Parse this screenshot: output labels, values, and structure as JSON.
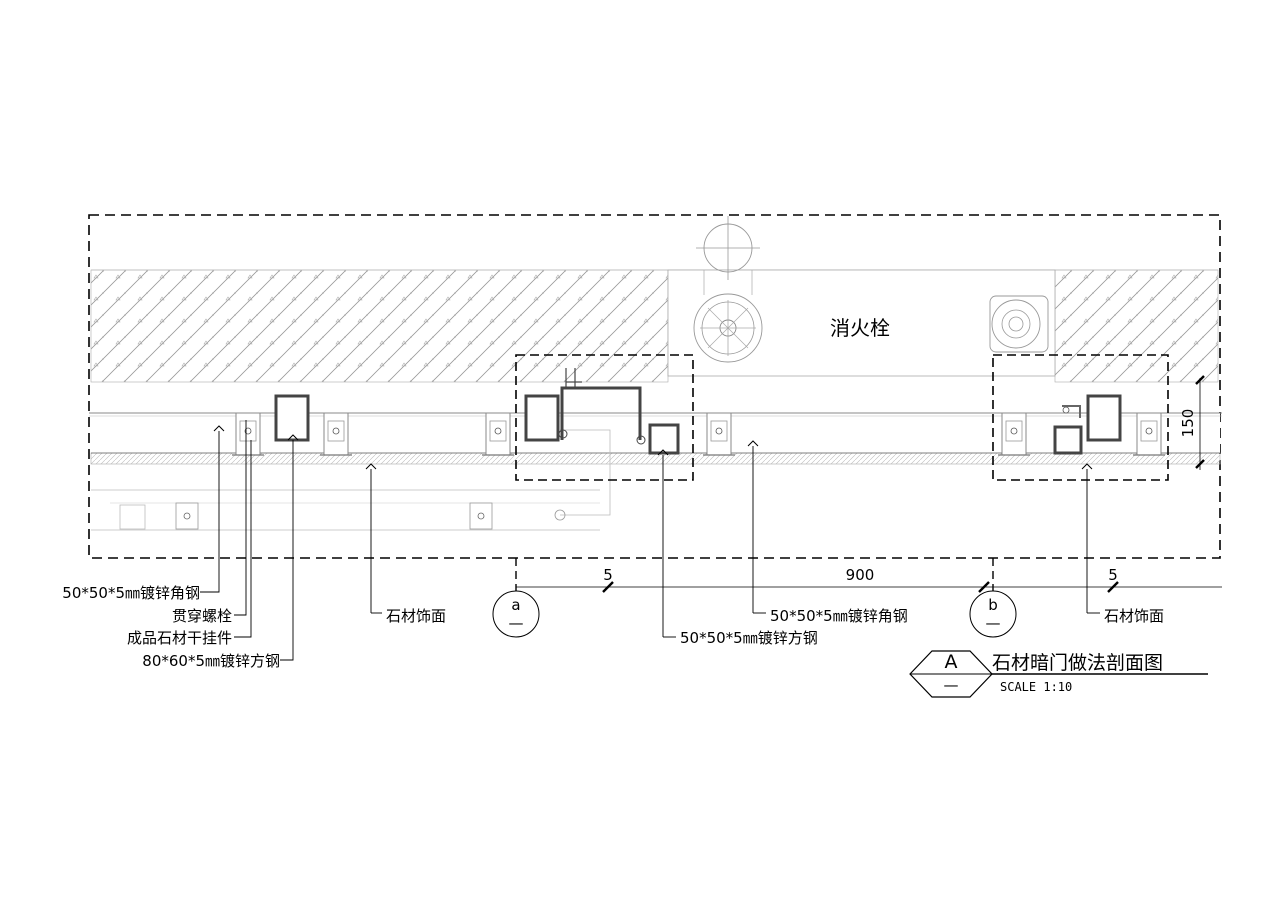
{
  "drawing": {
    "title": "石材暗门做法剖面图",
    "scale": "SCALE 1:10",
    "section_mark": "A",
    "section_sub": "—"
  },
  "equipment": {
    "hydrant": "消火栓"
  },
  "details": {
    "a": {
      "letter": "a",
      "sub": "—"
    },
    "b": {
      "letter": "b",
      "sub": "—"
    }
  },
  "dimensions": {
    "left_gap": "5",
    "door_width": "900",
    "right_gap": "5",
    "depth": "150"
  },
  "callouts": {
    "angle_steel_left": "50*50*5㎜镀锌角钢",
    "through_bolt": "贯穿螺栓",
    "stone_hanger": "成品石材干挂件",
    "square_steel_80": "80*60*5㎜镀锌方钢",
    "stone_face_left": "石材饰面",
    "angle_steel_mid": "50*50*5㎜镀锌角钢",
    "square_steel_50": "50*50*5㎜镀锌方钢",
    "stone_face_right": "石材饰面"
  }
}
